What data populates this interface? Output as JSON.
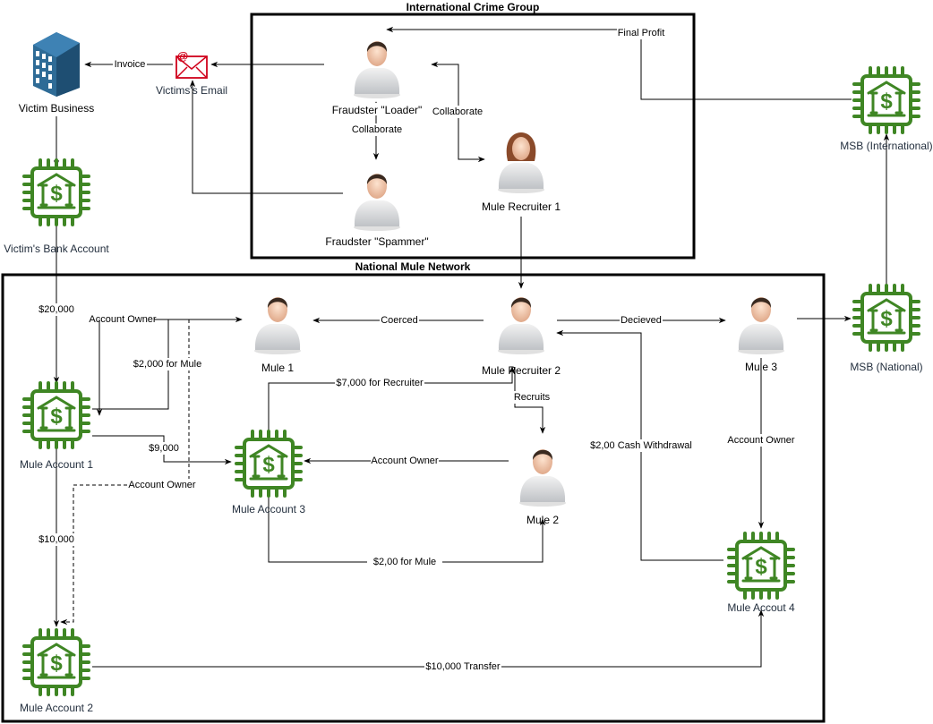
{
  "groups": {
    "international": "International Crime Group",
    "national": "National Mule Network"
  },
  "nodes": {
    "victim_business": "Victim Business",
    "victims_email": "Victims's Email",
    "victims_bank": "Victim's Bank Account",
    "fraudster_loader": "Fraudster \"Loader\"",
    "fraudster_spammer": "Fraudster \"Spammer\"",
    "mule_recruiter_1": "Mule Recruiter 1",
    "msb_international": "MSB (International)",
    "msb_national": "MSB (National)",
    "mule_1": "Mule 1",
    "mule_recruiter_2": "Mule Recruiter 2",
    "mule_3": "Mule 3",
    "mule_2": "Mule 2",
    "mule_account_1": "Mule Account 1",
    "mule_account_2": "Mule Account 2",
    "mule_account_3": "Mule Account 3",
    "mule_account_4": "Mule Accout 4"
  },
  "edges": {
    "invoice": "Invoice",
    "collaborate_1": "Collaborate",
    "collaborate_2": "Collaborate",
    "final_profit": "Final Profit",
    "amount_20000": "$20,000",
    "account_owner_1": "Account Owner",
    "mule_2000": "$2,000 for Mule",
    "amount_9000": "$9,000",
    "account_owner_dashed": "Account Owner",
    "amount_10000": "$10,000",
    "coerced": "Coerced",
    "recruiter_7000": "$7,000 for Recruiter",
    "recruits": "Recruits",
    "account_owner_2": "Account Owner",
    "mule_200": "$2,00 for Mule",
    "decieved": "Decieved",
    "cash_withdrawal": "$2,00 Cash Withdrawal",
    "account_owner_3": "Account Owner",
    "transfer_10000": "$10,000 Transfer"
  },
  "colors": {
    "bank_icon": "#3F8624",
    "email_icon": "#D0021B",
    "building_icon": "#2E6B96"
  }
}
